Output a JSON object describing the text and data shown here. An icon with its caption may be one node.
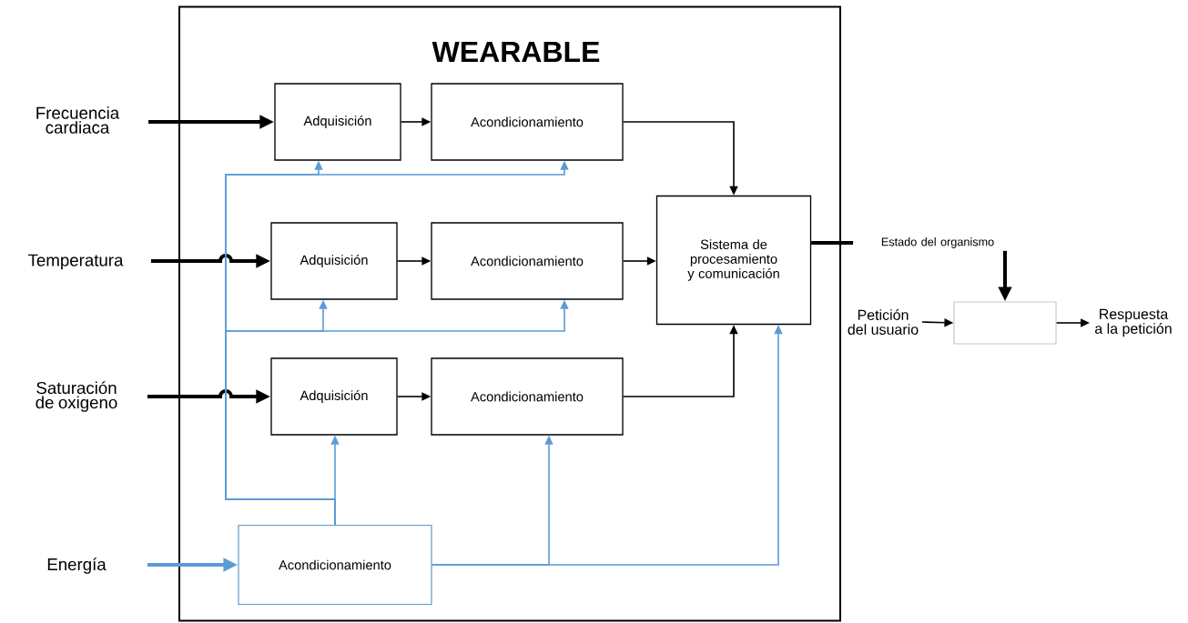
{
  "diagram": {
    "nodes": [
      {
        "text": [
          "WEARABLE"
        ]
      },
      {
        "text": [
          "Adquisición"
        ],
        "in": 0
      },
      {
        "text": [
          "Acondicionamiento"
        ],
        "in": 0
      },
      {
        "text": [
          "Adquisición"
        ],
        "in": 0
      },
      {
        "text": [
          "Acondicionamiento"
        ],
        "in": 0
      },
      {
        "text": [
          "Adquisición"
        ],
        "in": 0
      },
      {
        "text": [
          "Acondicionamiento"
        ],
        "in": 0
      },
      {
        "text": [
          "Sistema de procesamiento y comunicación"
        ],
        "in": 0
      },
      {
        "text": [
          "Acondicionamiento"
        ],
        "in": 0
      },
      {
        "text": [
          "Frecuencia cardiaca"
        ]
      },
      {
        "text": [
          "Temperatura"
        ]
      },
      {
        "text": [
          "Saturación de oxigeno"
        ]
      },
      {
        "text": [
          "Energía"
        ]
      },
      {
        "text": [
          "Estado del organismo"
        ]
      },
      {
        "text": [
          "Petición del usuario"
        ]
      },
      {
        "text": [],
        "shape": "box"
      },
      {
        "text": [
          "Respuesta a la petición"
        ]
      }
    ],
    "edges": [
      {
        "from": 9,
        "to": 1,
        "arrow": "to",
        "style": "thick"
      },
      {
        "from": 10,
        "to": 3,
        "arrow": "to",
        "style": "thick"
      },
      {
        "from": 11,
        "to": 5,
        "arrow": "to",
        "style": "thick"
      },
      {
        "from": 12,
        "to": 8,
        "arrow": "to",
        "style": "thick",
        "color": "#5b9bd5"
      },
      {
        "from": 1,
        "to": 2,
        "arrow": "to"
      },
      {
        "from": 3,
        "to": 4,
        "arrow": "to"
      },
      {
        "from": 5,
        "to": 6,
        "arrow": "to"
      },
      {
        "from": 2,
        "to": 7,
        "arrow": "to"
      },
      {
        "from": 4,
        "to": 7,
        "arrow": "to"
      },
      {
        "from": 6,
        "to": 7,
        "arrow": "to"
      },
      {
        "from": 8,
        "to": 1,
        "arrow": "to",
        "color": "#5b9bd5"
      },
      {
        "from": 8,
        "to": 2,
        "arrow": "to",
        "color": "#5b9bd5"
      },
      {
        "from": 8,
        "to": 3,
        "arrow": "to",
        "color": "#5b9bd5"
      },
      {
        "from": 8,
        "to": 4,
        "arrow": "to",
        "color": "#5b9bd5"
      },
      {
        "from": 8,
        "to": 5,
        "arrow": "to",
        "color": "#5b9bd5"
      },
      {
        "from": 8,
        "to": 6,
        "arrow": "to",
        "color": "#5b9bd5"
      },
      {
        "from": 8,
        "to": 7,
        "arrow": "to",
        "color": "#5b9bd5"
      },
      {
        "from": 7,
        "to": 13,
        "arrow": "none",
        "style": "thick"
      },
      {
        "from": 13,
        "to": 15,
        "arrow": "to",
        "style": "thick"
      },
      {
        "from": 14,
        "to": 15,
        "arrow": "to"
      },
      {
        "from": 15,
        "to": 16,
        "arrow": "to"
      }
    ]
  }
}
